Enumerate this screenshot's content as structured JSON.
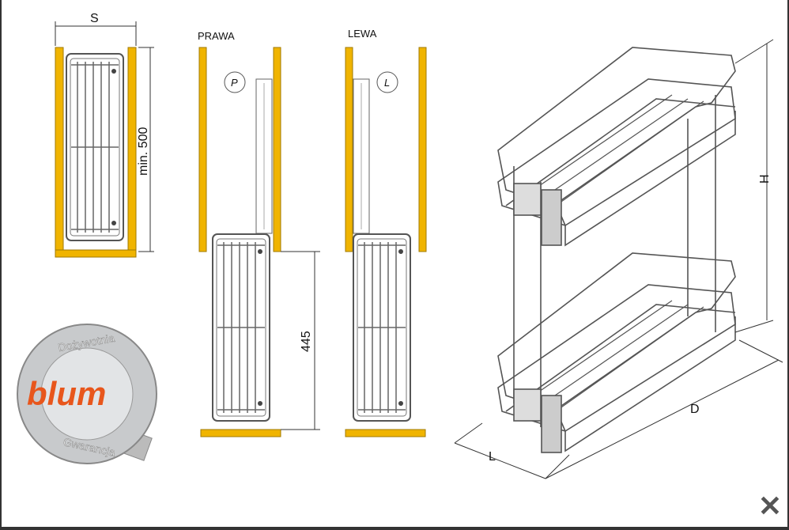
{
  "labels": {
    "prawa": "PRAWA",
    "lewa": "LEWA",
    "p_marker": "P",
    "l_marker": "L"
  },
  "dimensions": {
    "s": "S",
    "min_height": "min. 500",
    "extension": "445",
    "h": "H",
    "d": "D",
    "l": "L"
  },
  "badge": {
    "brand": "blum",
    "top_text": "Dożywotnia",
    "bottom_text": "Gwarancja"
  },
  "close": {
    "label": "✕"
  },
  "colors": {
    "cabinet": "#f0b400",
    "brand": "#e8561c",
    "line": "#555555"
  }
}
